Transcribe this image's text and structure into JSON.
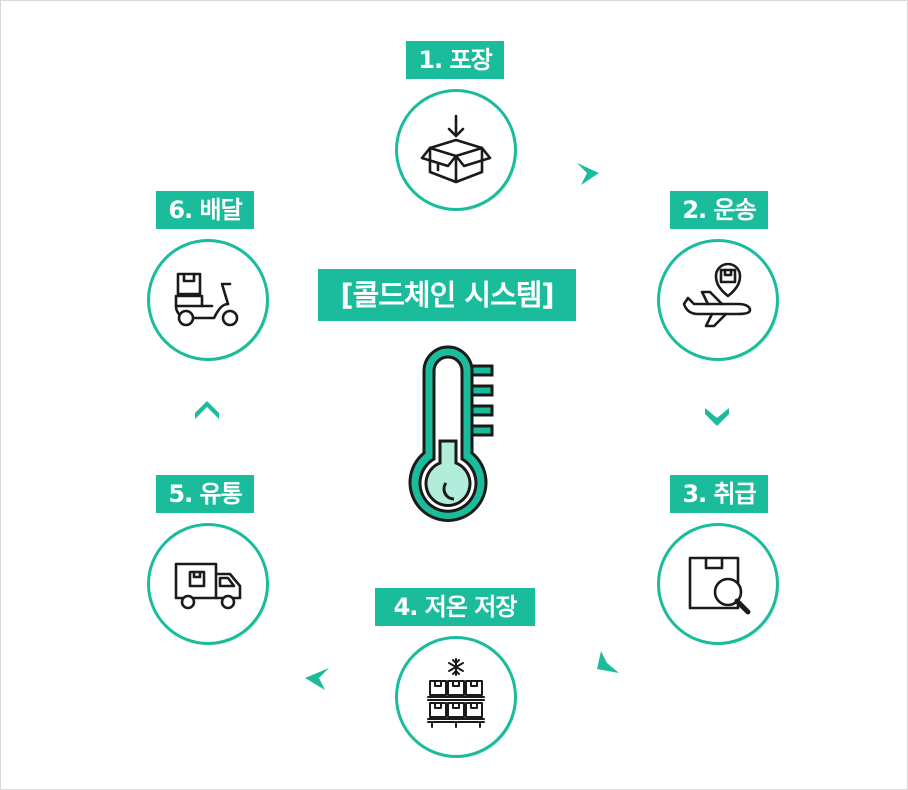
{
  "title": "[콜드체인 시스템]",
  "steps": [
    {
      "label": "1. 포장",
      "icon": "box-arrow-in-icon"
    },
    {
      "label": "2. 운송",
      "icon": "airplane-icon"
    },
    {
      "label": "3. 취급",
      "icon": "box-magnifier-icon"
    },
    {
      "label": "4. 저온 저장",
      "icon": "frozen-pallet-icon"
    },
    {
      "label": "5. 유통",
      "icon": "truck-icon"
    },
    {
      "label": "6. 배달",
      "icon": "scooter-icon"
    }
  ],
  "colors": {
    "accent": "#1abc9c",
    "accent_light": "#bfeee0",
    "thermo_fill": "#b2ecdb",
    "ink": "#1a1a1a"
  }
}
